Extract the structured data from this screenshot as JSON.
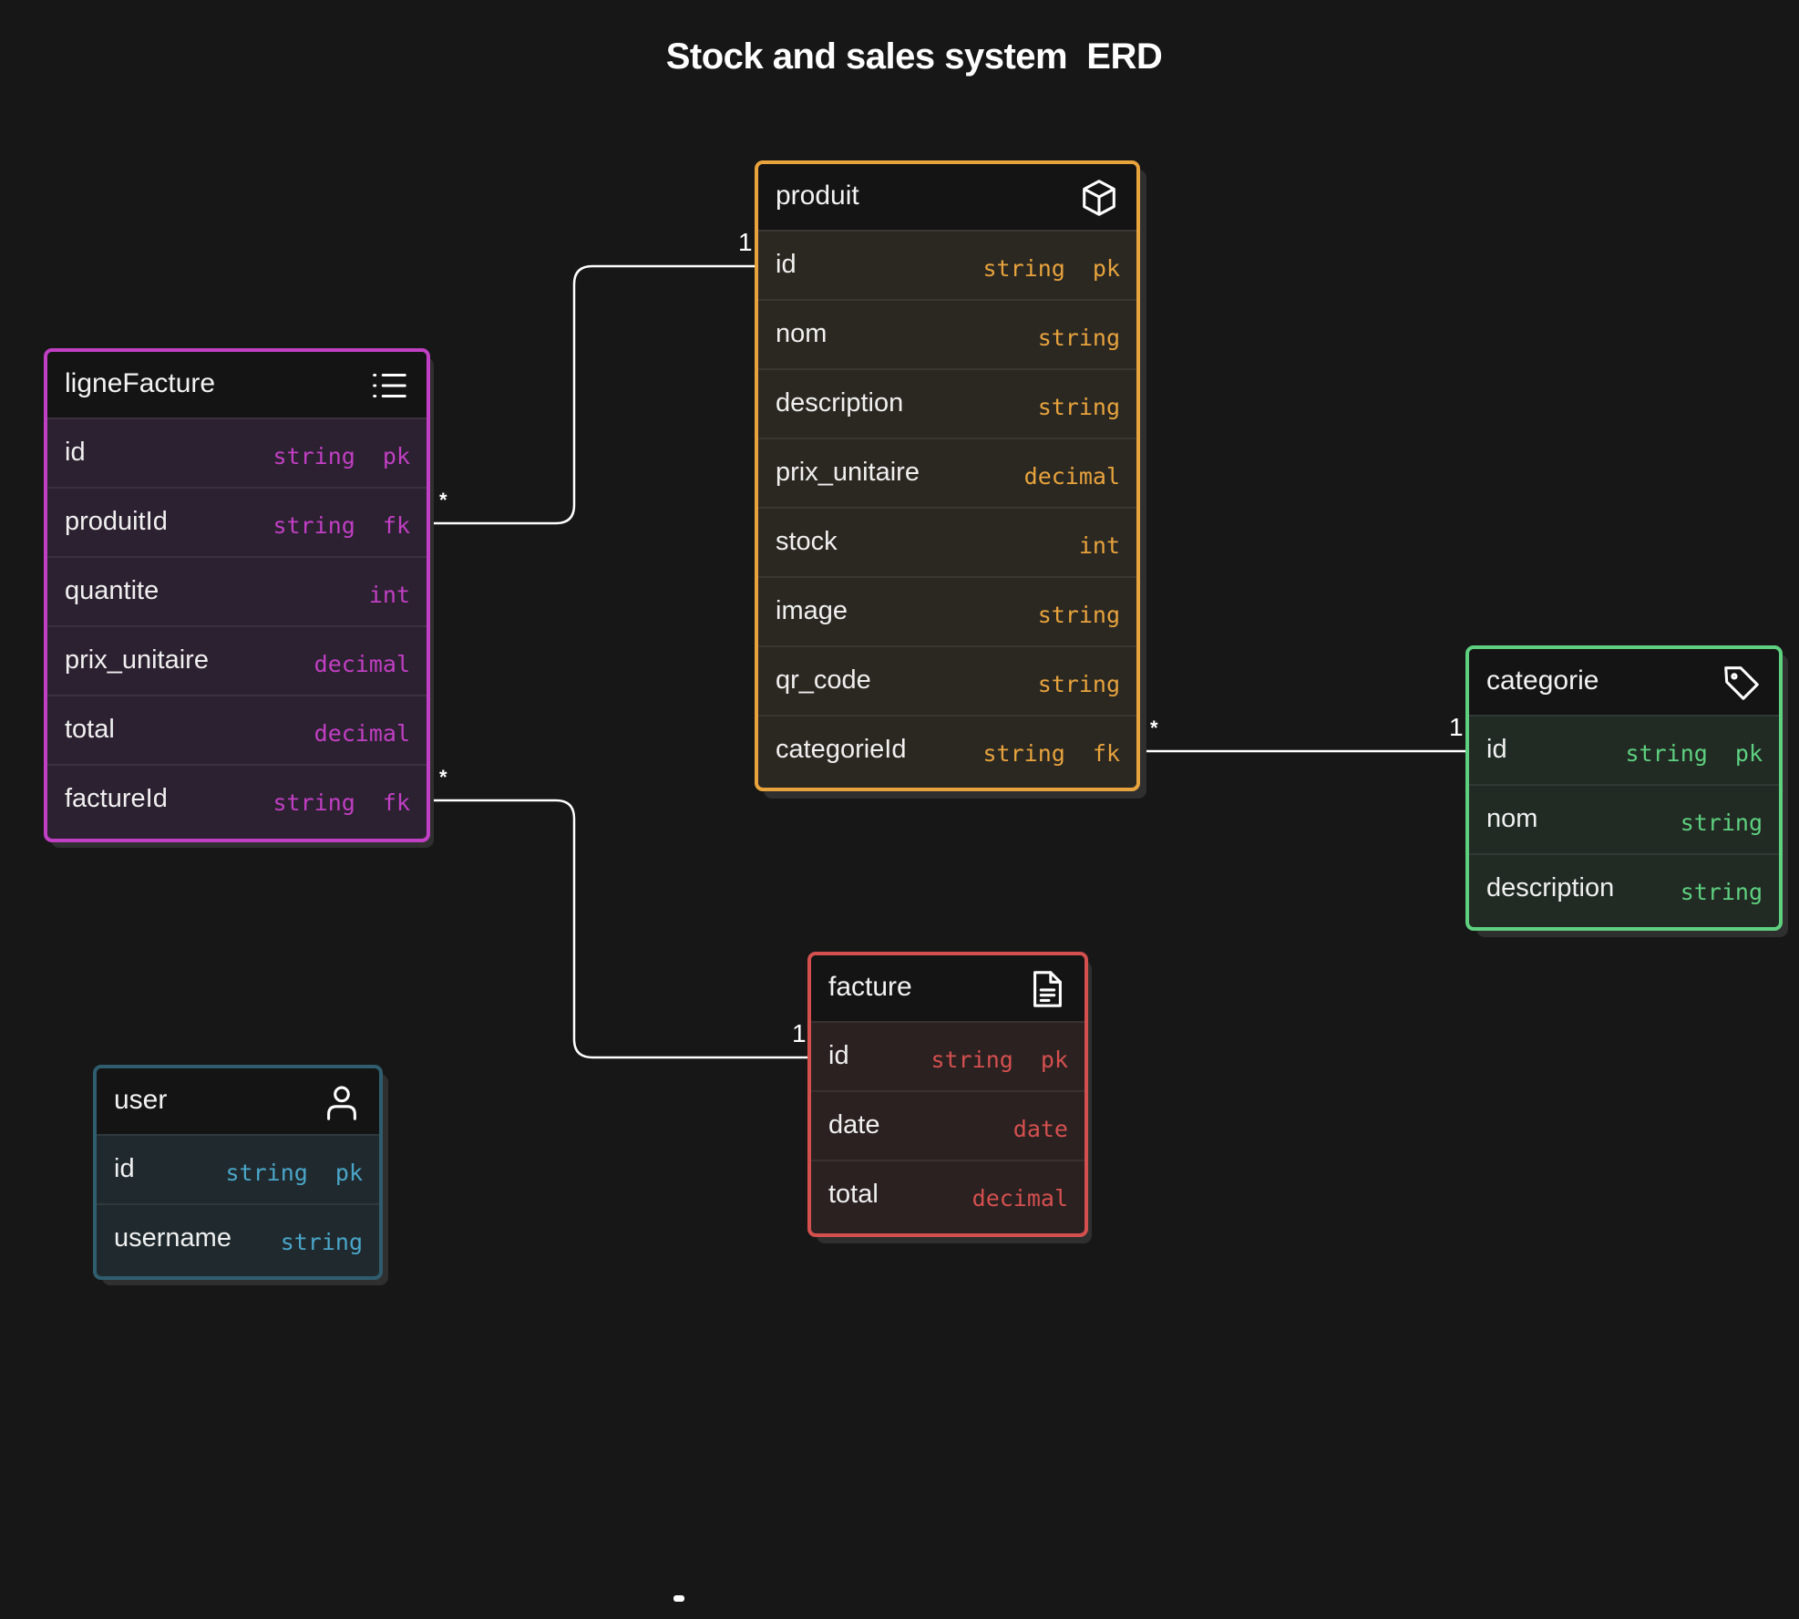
{
  "title": "Stock and sales system  ERD",
  "entities": {
    "produit": {
      "name": "produit",
      "icon": "box-icon",
      "color": "#e8a33d",
      "row_bg": "#2b2822",
      "fields": [
        {
          "name": "id",
          "type": "string  pk"
        },
        {
          "name": "nom",
          "type": "string"
        },
        {
          "name": "description",
          "type": "string"
        },
        {
          "name": "prix_unitaire",
          "type": "decimal"
        },
        {
          "name": "stock",
          "type": "int"
        },
        {
          "name": "image",
          "type": "string"
        },
        {
          "name": "qr_code",
          "type": "string"
        },
        {
          "name": "categorieId",
          "type": "string  fk"
        }
      ]
    },
    "ligneFacture": {
      "name": "ligneFacture",
      "icon": "list-icon",
      "color": "#c13fc4",
      "row_bg": "#2c2130",
      "fields": [
        {
          "name": "id",
          "type": "string  pk"
        },
        {
          "name": "produitId",
          "type": "string  fk"
        },
        {
          "name": "quantite",
          "type": "int"
        },
        {
          "name": "prix_unitaire",
          "type": "decimal"
        },
        {
          "name": "total",
          "type": "decimal"
        },
        {
          "name": "factureId",
          "type": "string  fk"
        }
      ]
    },
    "categorie": {
      "name": "categorie",
      "icon": "tag-icon",
      "color": "#5ed07f",
      "row_bg": "#212b24",
      "fields": [
        {
          "name": "id",
          "type": "string  pk"
        },
        {
          "name": "nom",
          "type": "string"
        },
        {
          "name": "description",
          "type": "string"
        }
      ]
    },
    "facture": {
      "name": "facture",
      "icon": "document-icon",
      "color": "#d4504f",
      "row_bg": "#2b2121",
      "fields": [
        {
          "name": "id",
          "type": "string  pk"
        },
        {
          "name": "date",
          "type": "date"
        },
        {
          "name": "total",
          "type": "decimal"
        }
      ]
    },
    "user": {
      "name": "user",
      "icon": "user-icon",
      "color": "#2f5d6e",
      "row_bg": "#202a2e",
      "type_color": "#4aa6c9",
      "fields": [
        {
          "name": "id",
          "type": "string  pk"
        },
        {
          "name": "username",
          "type": "string"
        }
      ]
    }
  },
  "relationships": [
    {
      "from": "ligneFacture.produitId",
      "to": "produit.id",
      "from_card": "*",
      "to_card": "1"
    },
    {
      "from": "produit.categorieId",
      "to": "categorie.id",
      "from_card": "*",
      "to_card": "1"
    },
    {
      "from": "ligneFacture.factureId",
      "to": "facture.id",
      "from_card": "*",
      "to_card": "1"
    }
  ]
}
